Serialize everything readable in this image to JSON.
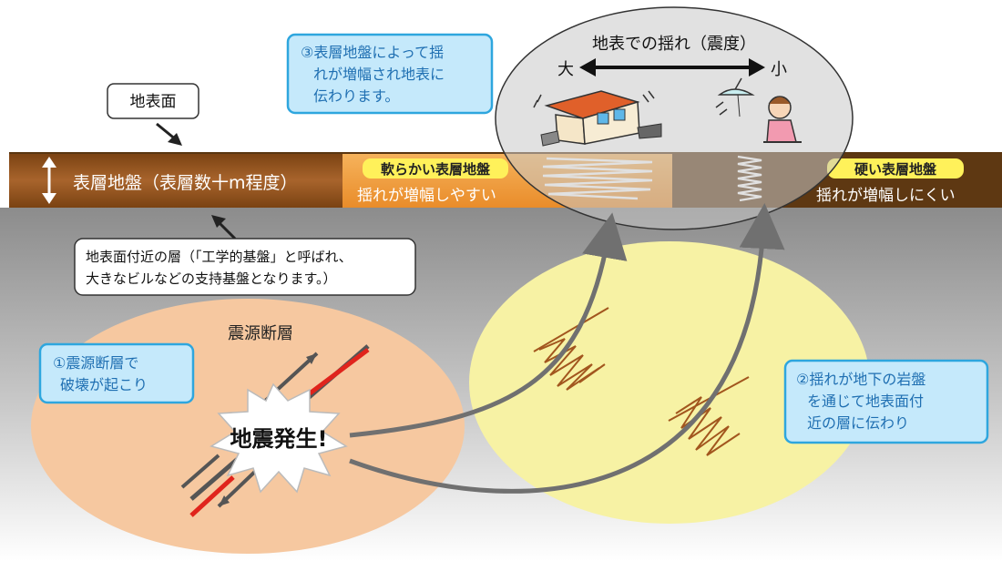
{
  "labels": {
    "ground_surface": "地表面",
    "surface_layer": "表層地盤（表層数十m程度）",
    "near_surface_layer_line1": "地表面付近の層（「工学的基盤」と呼ばれ、",
    "near_surface_layer_line2": "大きなビルなどの支持基盤となります。）",
    "soft_ground_title": "軟らかい表層地盤",
    "soft_ground_note": "揺れが増幅しやすい",
    "hard_ground_title": "硬い表層地盤",
    "hard_ground_note": "揺れが増幅しにくい",
    "intensity_title": "地表での揺れ（震度）",
    "intensity_large": "大",
    "intensity_small": "小",
    "fault_label": "震源断層",
    "earthquake": "地震発生!"
  },
  "steps": [
    {
      "lines": [
        "①震源断層で",
        "破壊が起こり"
      ]
    },
    {
      "lines": [
        "②揺れが地下の岩盤",
        "を通じて地表面付",
        "近の層に伝わり"
      ]
    },
    {
      "lines": [
        "③表層地盤によって揺",
        "れが増幅され地表に",
        "伝わります。"
      ]
    }
  ],
  "colors": {
    "surface_soft": "#f2a344",
    "surface_brown": "#9a5a2a",
    "surface_dark": "#5e3812",
    "bedrock_top": "#8a8a8a",
    "bedrock_bottom": "#ffffff",
    "fault_zone": "#f6c8a0",
    "propagation_zone": "#f5f0a0",
    "callout_fill": "#c5e9fb",
    "callout_stroke": "#2ea6de",
    "callout_text": "#1f6fb2",
    "label_yellow": "#fff15a",
    "fault_red": "#e0241c",
    "wave_brown": "#a2561e",
    "arrow_gray": "#707070"
  },
  "icons": [
    "house-damaged-icon",
    "swinging-lamp-icon",
    "child-figure-icon",
    "explosion-burst-icon"
  ]
}
